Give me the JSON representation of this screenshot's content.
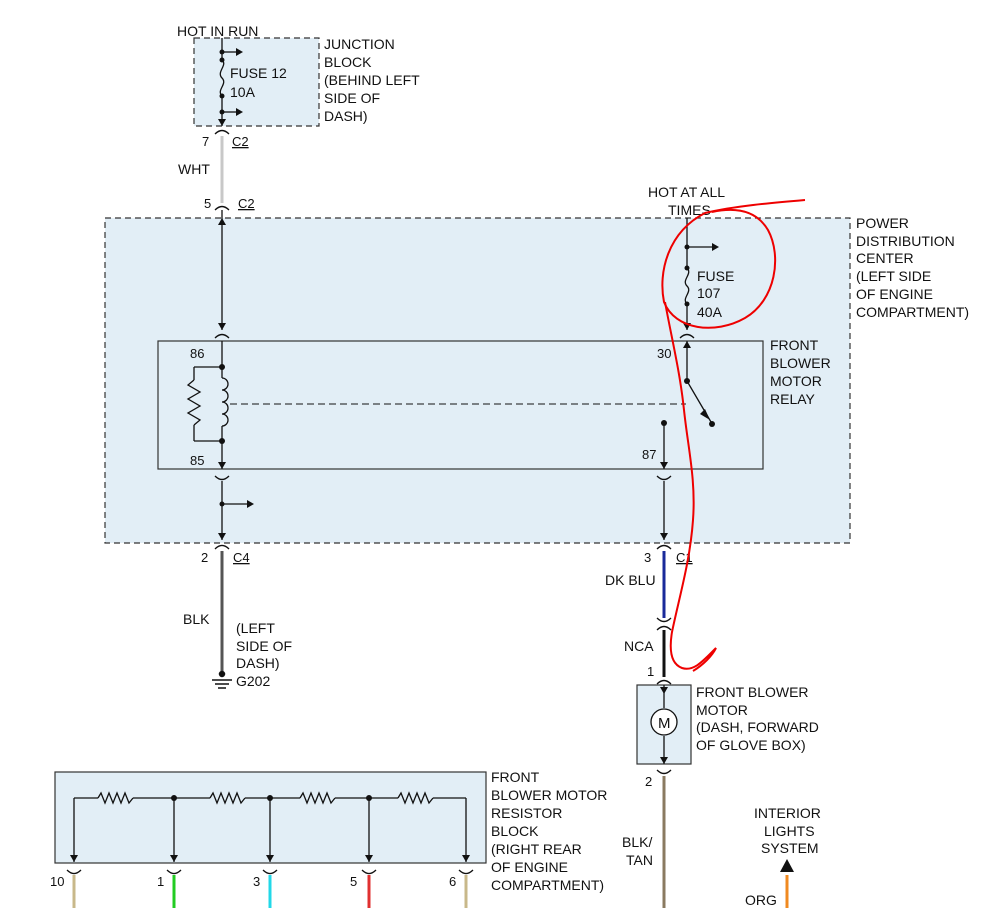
{
  "junction_block": {
    "supply": "HOT IN RUN",
    "fuse_name": "FUSE 12",
    "fuse_rating": "10A",
    "desc": [
      "JUNCTION",
      "BLOCK",
      "(BEHIND LEFT",
      "SIDE OF",
      "DASH)"
    ],
    "pin": "7",
    "connector": "C2"
  },
  "wht_wire": {
    "color_label": "WHT",
    "pin": "5",
    "connector": "C2",
    "color": "#c8c8c8"
  },
  "pdc": {
    "supply": [
      "HOT AT ALL",
      "TIMES"
    ],
    "fuse_name": "FUSE",
    "fuse_number": "107",
    "fuse_rating": "40A",
    "desc": [
      "POWER",
      "DISTRIBUTION",
      "CENTER",
      "(LEFT SIDE",
      "OF ENGINE",
      "COMPARTMENT)"
    ]
  },
  "relay": {
    "name": [
      "FRONT",
      "BLOWER",
      "MOTOR",
      "RELAY"
    ],
    "pin_86": "86",
    "pin_85": "85",
    "pin_30": "30",
    "pin_87": "87"
  },
  "ground": {
    "pin": "2",
    "connector": "C4",
    "wire": "BLK",
    "location": [
      "(LEFT",
      "SIDE OF",
      "DASH)"
    ],
    "ground_id": "G202"
  },
  "motor_feed": {
    "pin": "3",
    "connector": "C1",
    "wire": "DK BLU",
    "nca": "NCA",
    "motor_pin": "1",
    "color": "#1a2a9a"
  },
  "motor": {
    "symbol": "M",
    "name": [
      "FRONT BLOWER",
      "MOTOR",
      "(DASH, FORWARD",
      "OF GLOVE BOX)"
    ],
    "out_pin": "2",
    "out_wire": [
      "BLK/",
      "TAN"
    ]
  },
  "resistor_block": {
    "name": [
      "FRONT",
      "BLOWER MOTOR",
      "RESISTOR",
      "BLOCK",
      "(RIGHT REAR",
      "OF ENGINE",
      "COMPARTMENT)"
    ],
    "pins": [
      "10",
      "1",
      "3",
      "5",
      "6"
    ],
    "pin_wire_colors": [
      "#c8b88a",
      "#22cc22",
      "#22d8e8",
      "#e03030",
      "#c8b88a"
    ]
  },
  "interior": {
    "label": [
      "INTERIOR",
      "LIGHTS",
      "SYSTEM"
    ],
    "wire": "ORG",
    "color": "#f08a20"
  },
  "colors": {
    "box_fill": "#e2eef6",
    "annotation": "#ee0000"
  }
}
